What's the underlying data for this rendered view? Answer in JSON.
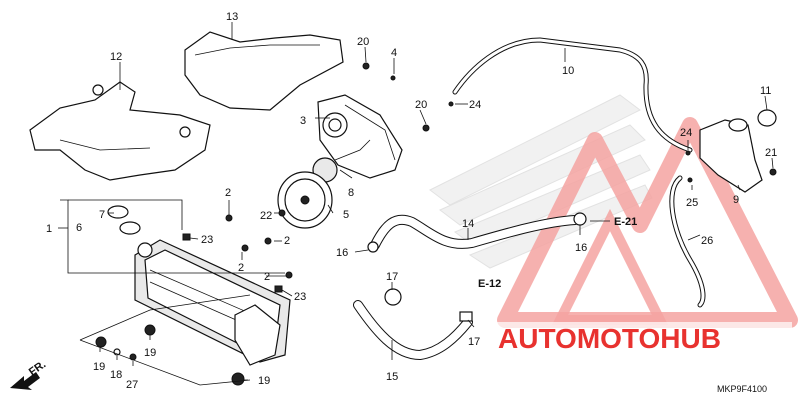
{
  "diagram": {
    "part_numbers": {
      "p1": "1",
      "p2a": "2",
      "p2b": "2",
      "p2c": "2",
      "p2d": "2",
      "p3": "3",
      "p4": "4",
      "p5": "5",
      "p6": "6",
      "p7": "7",
      "p8": "8",
      "p9": "9",
      "p10": "10",
      "p11": "11",
      "p12": "12",
      "p13": "13",
      "p14": "14",
      "p15": "15",
      "p16a": "16",
      "p16b": "16",
      "p17a": "17",
      "p17b": "17",
      "p18": "18",
      "p19a": "19",
      "p19b": "19",
      "p19c": "19",
      "p20a": "20",
      "p20b": "20",
      "p21": "21",
      "p22": "22",
      "p23a": "23",
      "p23b": "23",
      "p24a": "24",
      "p24b": "24",
      "p25": "25",
      "p26": "26",
      "p27": "27"
    },
    "refs": {
      "e21": "E-21",
      "e12": "E-12"
    },
    "front_label": "FR.",
    "diagram_code": "MKP9F4100"
  },
  "watermark": {
    "brand": "AUTOMOTOHUB",
    "color": "#e8322f",
    "color_light": "#f4a3a1"
  }
}
